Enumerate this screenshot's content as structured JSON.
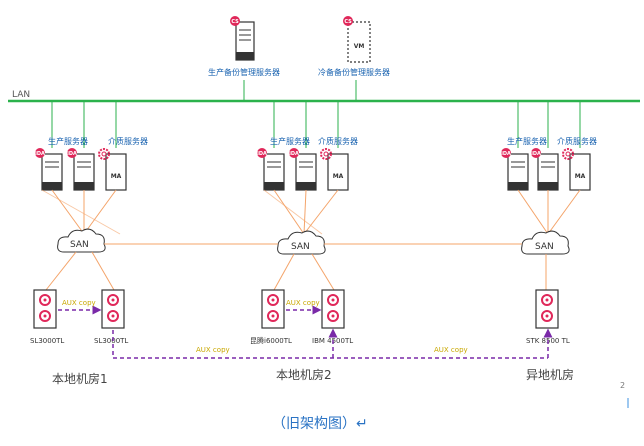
{
  "lan_label": "LAN",
  "top_servers": {
    "production_backup": "生产备份管理服务器",
    "cold_backup": "冷备备份管理服务器",
    "vm_label": "VM",
    "cs_badge": "CS"
  },
  "badges": {
    "ida": "iDA",
    "ma": "MA"
  },
  "sites": [
    {
      "prod_label": "生产服务器",
      "media_label": "介质服务器",
      "san": "SAN",
      "tape1": "SL3000TL",
      "tape2": "SL3000TL",
      "aux": "AUX copy",
      "name": "本地机房1"
    },
    {
      "prod_label": "生产服务器",
      "media_label": "介质服务器",
      "san": "SAN",
      "tape1": "昆腾i6000TL",
      "tape2": "IBM 4500TL",
      "aux": "AUX copy",
      "name": "本地机房2"
    },
    {
      "prod_label": "生产服务器",
      "media_label": "介质服务器",
      "san": "SAN",
      "tape1": "STK 8500  TL",
      "name": "异地机房"
    }
  ],
  "cross_aux": [
    "AUX copy",
    "AUX copy"
  ],
  "page_number": "2",
  "caption": "（旧架构图）↵"
}
